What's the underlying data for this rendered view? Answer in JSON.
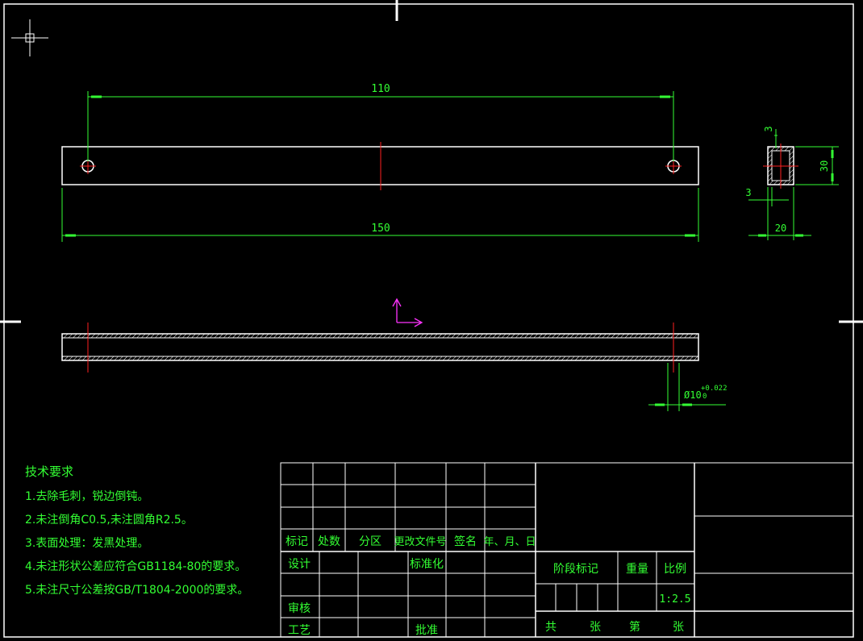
{
  "dimensions": {
    "top_length": "110",
    "overall_length": "150",
    "wall_top": "3",
    "wall_side": "3",
    "height": "30",
    "width": "20",
    "hole_dia": "Ø10",
    "hole_tol_upper": "+0.022",
    "hole_tol_lower": "0"
  },
  "tech_requirements": {
    "title": "技术要求",
    "items": [
      "1.去除毛刺，锐边倒钝。",
      "2.未注倒角C0.5,未注圆角R2.5。",
      "3.表面处理：发黑处理。",
      "4.未注形状公差应符合GB1184-80的要求。",
      "5.未注尺寸公差按GB/T1804-2000的要求。"
    ]
  },
  "title_block": {
    "rev_headers": [
      "标记",
      "处数",
      "分区",
      "更改文件号",
      "签名",
      "年、月、日"
    ],
    "design": "设计",
    "standardize": "标准化",
    "review": "审核",
    "process": "工艺",
    "approve": "批准",
    "stage_mark": "阶段标记",
    "weight": "重量",
    "scale_label": "比例",
    "scale_value": "1:2.5",
    "total": "共",
    "sheet": "张",
    "no": "第",
    "sheet2": "张"
  },
  "colors": {
    "background": "#000000",
    "outline": "#ffffff",
    "dimension": "#33ff33",
    "centerline": "#ff2020",
    "ucs": "#ff33ff"
  }
}
